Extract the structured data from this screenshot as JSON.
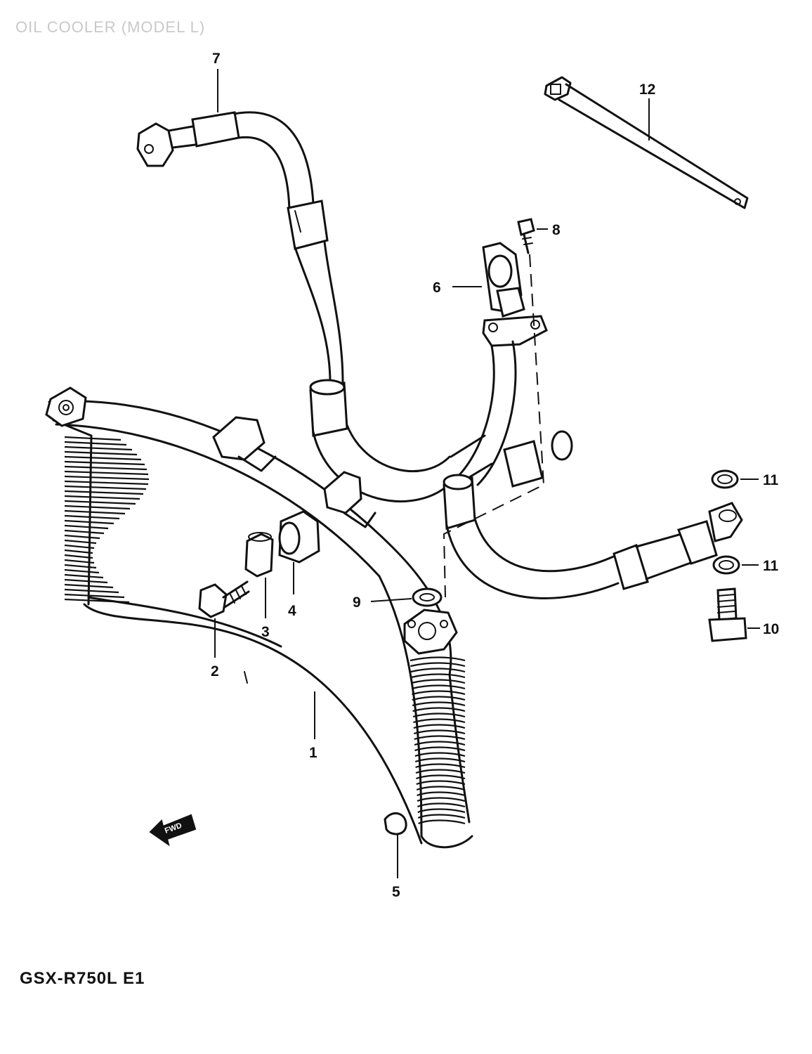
{
  "title": "OIL COOLER (MODEL L)",
  "model_code": "GSX-R750L  E1",
  "forward_marker": "FWD",
  "callouts": [
    {
      "id": "1",
      "label": "1"
    },
    {
      "id": "2",
      "label": "2"
    },
    {
      "id": "3",
      "label": "3"
    },
    {
      "id": "4",
      "label": "4"
    },
    {
      "id": "5",
      "label": "5"
    },
    {
      "id": "6",
      "label": "6"
    },
    {
      "id": "7",
      "label": "7"
    },
    {
      "id": "8",
      "label": "8"
    },
    {
      "id": "9",
      "label": "9"
    },
    {
      "id": "10",
      "label": "10"
    },
    {
      "id": "11a",
      "label": "11"
    },
    {
      "id": "11b",
      "label": "11"
    },
    {
      "id": "12",
      "label": "12"
    }
  ]
}
